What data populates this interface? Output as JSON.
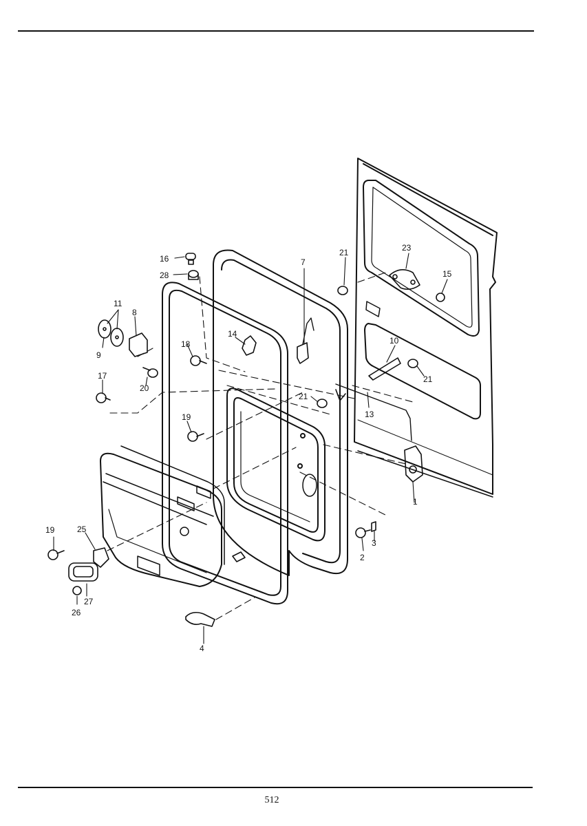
{
  "page": {
    "number": "512"
  },
  "callouts": [
    {
      "id": "c16",
      "text": "16"
    },
    {
      "id": "c28",
      "text": "28"
    },
    {
      "id": "c11",
      "text": "11"
    },
    {
      "id": "c8",
      "text": "8"
    },
    {
      "id": "c9",
      "text": "9"
    },
    {
      "id": "c18",
      "text": "18"
    },
    {
      "id": "c17",
      "text": "17"
    },
    {
      "id": "c20",
      "text": "20"
    },
    {
      "id": "c14",
      "text": "14"
    },
    {
      "id": "c7",
      "text": "7"
    },
    {
      "id": "c21a",
      "text": "21"
    },
    {
      "id": "c23",
      "text": "23"
    },
    {
      "id": "c15",
      "text": "15"
    },
    {
      "id": "c10",
      "text": "10"
    },
    {
      "id": "c21b",
      "text": "21"
    },
    {
      "id": "c21c",
      "text": "21"
    },
    {
      "id": "c13",
      "text": "13"
    },
    {
      "id": "c19a",
      "text": "19"
    },
    {
      "id": "c1",
      "text": "1"
    },
    {
      "id": "c19b",
      "text": "19"
    },
    {
      "id": "c25",
      "text": "25"
    },
    {
      "id": "c2",
      "text": "2"
    },
    {
      "id": "c3",
      "text": "3"
    },
    {
      "id": "c27",
      "text": "27"
    },
    {
      "id": "c26",
      "text": "26"
    },
    {
      "id": "c4",
      "text": "4"
    }
  ]
}
